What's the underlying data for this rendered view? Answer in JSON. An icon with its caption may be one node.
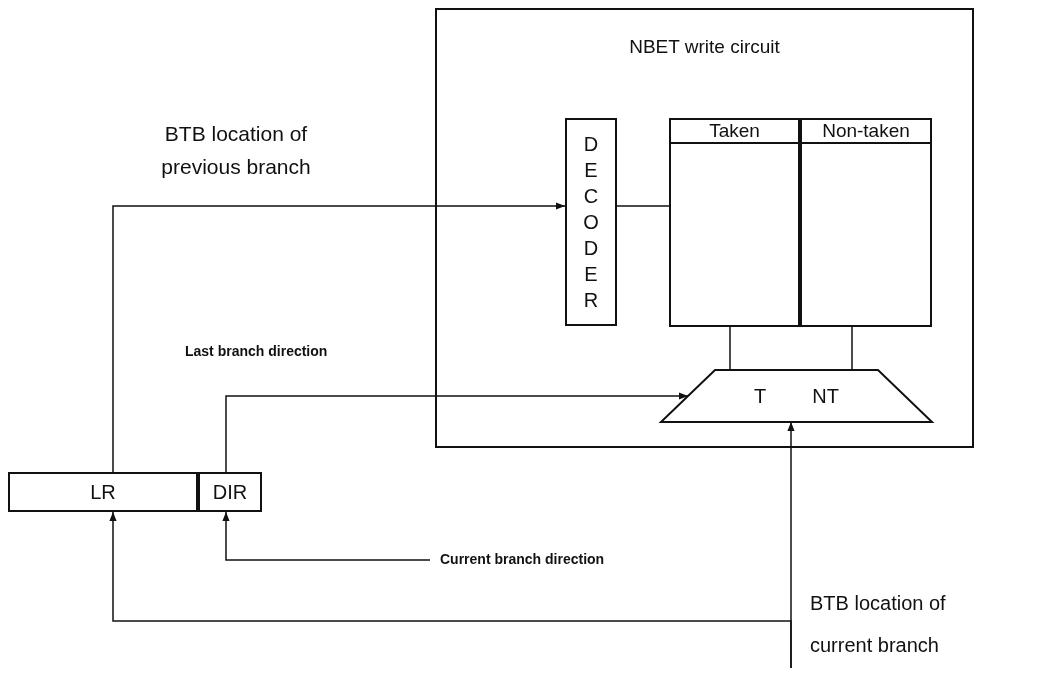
{
  "diagram": {
    "nodes": [
      {
        "text": [
          "NBET write circuit"
        ]
      },
      {
        "text": [
          "DECODER"
        ],
        "in": 0
      },
      {
        "text": [
          "Taken"
        ],
        "in": 0
      },
      {
        "text": [
          "Non-taken"
        ],
        "in": 0
      },
      {
        "text": [
          "T",
          "NT"
        ],
        "in": 0
      },
      {
        "text": [
          "LR"
        ]
      },
      {
        "text": [
          "DIR"
        ]
      }
    ],
    "edges": [
      {
        "from": 5,
        "to": 1,
        "arrow": "to",
        "label": "BTB location of previous branch"
      },
      {
        "from": 1,
        "to": 2,
        "arrow": "none"
      },
      {
        "from": 2,
        "to": 4,
        "arrow": "none"
      },
      {
        "from": 3,
        "to": 4,
        "arrow": "none"
      },
      {
        "from": 6,
        "to": 4,
        "arrow": "to",
        "label": "Last branch direction"
      },
      {
        "from": null,
        "to": 6,
        "arrow": "to",
        "label": "Current branch direction"
      },
      {
        "from": null,
        "to": 4,
        "arrow": "to",
        "label": "BTB location of current branch"
      },
      {
        "from": null,
        "to": 5,
        "arrow": "to"
      }
    ]
  }
}
